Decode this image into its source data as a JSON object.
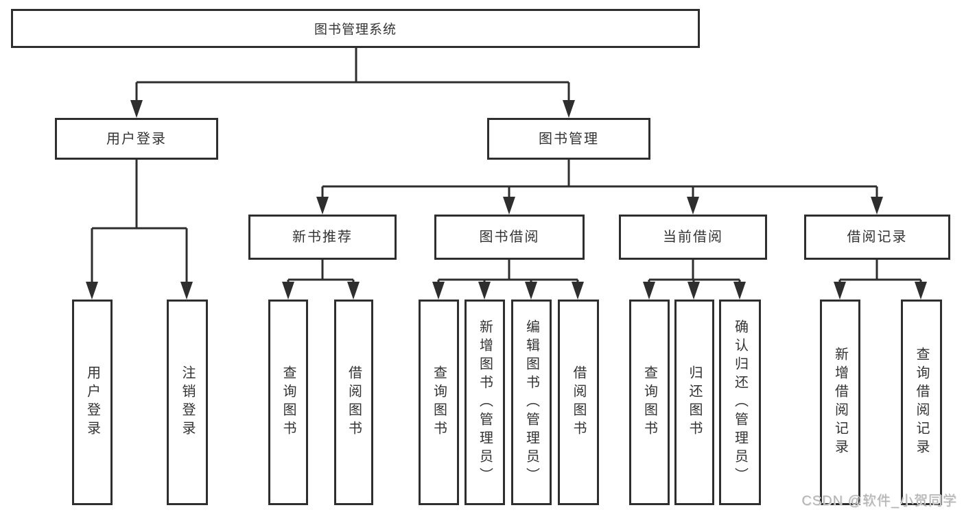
{
  "diagram": {
    "title": "图书管理系统",
    "root": {
      "label": "图书管理系统"
    },
    "level2": [
      {
        "id": "user-login",
        "label": "用户登录"
      },
      {
        "id": "book-management",
        "label": "图书管理"
      }
    ],
    "level3": [
      {
        "id": "new-book-recommend",
        "label": "新书推荐",
        "parent": "book-management"
      },
      {
        "id": "book-borrowing",
        "label": "图书借阅",
        "parent": "book-management"
      },
      {
        "id": "current-borrowing",
        "label": "当前借阅",
        "parent": "book-management"
      },
      {
        "id": "borrowing-records",
        "label": "借阅记录",
        "parent": "book-management"
      }
    ],
    "leaves": [
      {
        "id": "user-login-leaf",
        "label": "用户登录",
        "parent": "user-login"
      },
      {
        "id": "logout",
        "label": "注销登录",
        "parent": "user-login"
      },
      {
        "id": "query-books-1",
        "label": "查询图书",
        "parent": "new-book-recommend"
      },
      {
        "id": "borrow-books-1",
        "label": "借阅图书",
        "parent": "new-book-recommend"
      },
      {
        "id": "query-books-2",
        "label": "查询图书",
        "parent": "book-borrowing"
      },
      {
        "id": "add-books-admin",
        "label": "新增图书（管理员）",
        "parent": "book-borrowing"
      },
      {
        "id": "edit-books-admin",
        "label": "编辑图书（管理员）",
        "parent": "book-borrowing"
      },
      {
        "id": "borrow-books-2",
        "label": "借阅图书",
        "parent": "book-borrowing"
      },
      {
        "id": "query-books-3",
        "label": "查询图书",
        "parent": "current-borrowing"
      },
      {
        "id": "return-books",
        "label": "归还图书",
        "parent": "current-borrowing"
      },
      {
        "id": "confirm-return-admin",
        "label": "确认归还（管理员）",
        "parent": "current-borrowing"
      },
      {
        "id": "add-borrow-record",
        "label": "新增借阅记录",
        "parent": "borrowing-records"
      },
      {
        "id": "query-borrow-record",
        "label": "查询借阅记录",
        "parent": "borrowing-records"
      }
    ]
  },
  "watermark": {
    "text": "CSDN @软件_小贺同学"
  },
  "colors": {
    "line": "#2e2e2e",
    "box_border": "#2e2e2e",
    "box_background": "#ffffff",
    "text": "#333333",
    "watermark": "#b3b3b3"
  }
}
